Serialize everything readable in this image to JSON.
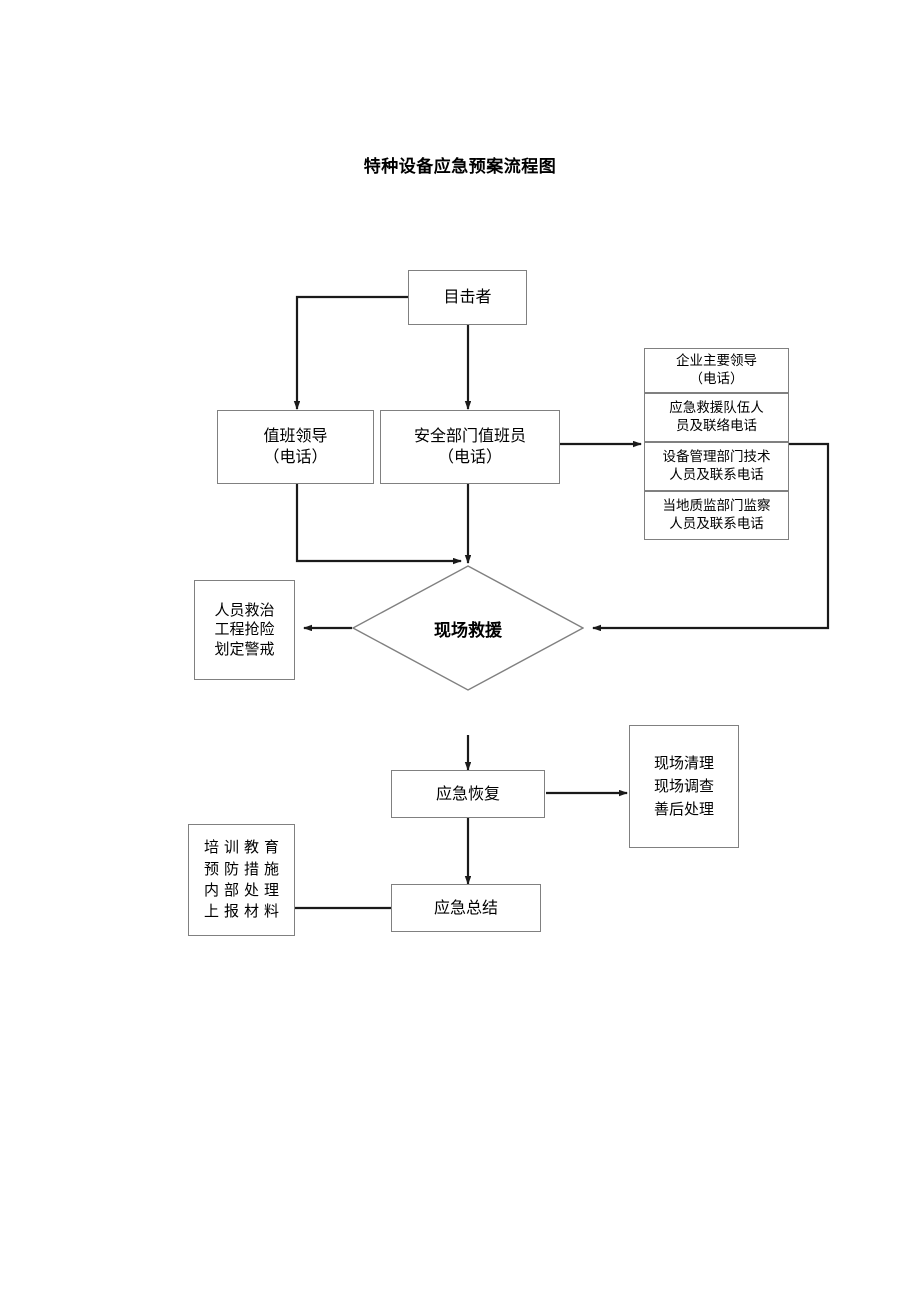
{
  "title": "特种设备应急预案流程图",
  "diagram": {
    "type": "flowchart",
    "nodes": {
      "witness": {
        "label": "目击者",
        "shape": "rect"
      },
      "duty_leader": {
        "line1": "值班领导",
        "line2": "（电话）",
        "shape": "rect"
      },
      "safety_duty_officer": {
        "line1": "安全部门值班员",
        "line2": "（电话）",
        "shape": "rect"
      },
      "contact_stack": {
        "items": [
          {
            "line1": "企业主要领导",
            "line2": "（电话）"
          },
          {
            "line1": "应急救援队伍人",
            "line2": "员及联络电话"
          },
          {
            "line1": "设备管理部门技术",
            "line2": "人员及联系电话"
          },
          {
            "line1": "当地质监部门监察",
            "line2": "人员及联系电话"
          }
        ]
      },
      "on_site_rescue": {
        "label": "现场救援",
        "shape": "diamond"
      },
      "rescue_actions": {
        "line1": "人员救治",
        "line2": "工程抢险",
        "line3": "划定警戒",
        "shape": "rect"
      },
      "emergency_recovery": {
        "label": "应急恢复",
        "shape": "rect"
      },
      "site_cleanup": {
        "line1": "现场清理",
        "line2": "现场调查",
        "line3": "善后处理",
        "shape": "rect"
      },
      "emergency_summary": {
        "label": "应急总结",
        "shape": "rect"
      },
      "training_followup": {
        "line1": "培训教育",
        "line2": "预防措施",
        "line3": "内部处理",
        "line4": "上报材料",
        "shape": "rect"
      }
    },
    "edges": [
      {
        "from": "witness",
        "to": "duty_leader",
        "style": "elbow-left-arrow"
      },
      {
        "from": "witness",
        "to": "safety_duty_officer",
        "style": "straight-down-arrow"
      },
      {
        "from": "safety_duty_officer",
        "to": "contact_stack",
        "style": "straight-right-arrow"
      },
      {
        "from": "duty_leader",
        "to": "on_site_rescue",
        "style": "elbow-down-right-arrow"
      },
      {
        "from": "safety_duty_officer",
        "to": "on_site_rescue",
        "style": "straight-down-arrow"
      },
      {
        "from": "contact_stack",
        "to": "on_site_rescue",
        "style": "elbow-right-down-left-arrow"
      },
      {
        "from": "on_site_rescue",
        "to": "rescue_actions",
        "style": "straight-left-arrow"
      },
      {
        "from": "on_site_rescue",
        "to": "emergency_recovery",
        "style": "straight-down-arrow"
      },
      {
        "from": "emergency_recovery",
        "to": "site_cleanup",
        "style": "straight-right-arrow"
      },
      {
        "from": "emergency_recovery",
        "to": "emergency_summary",
        "style": "straight-down-arrow"
      },
      {
        "from": "training_followup",
        "to": "emergency_summary",
        "style": "straight-right-line"
      }
    ]
  },
  "colors": {
    "border": "#808080",
    "edge": "#1a1a1a",
    "text": "#000000",
    "background": "#ffffff"
  }
}
